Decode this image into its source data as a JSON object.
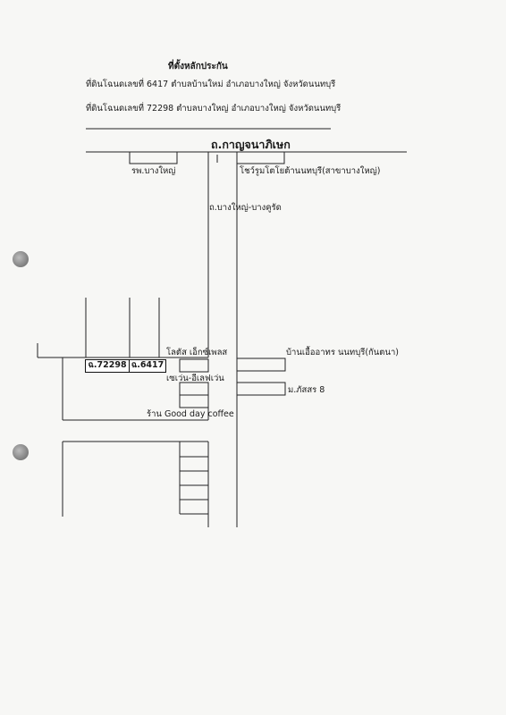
{
  "header": {
    "title": "ที่ตั้งหลักประกัน",
    "line1": "ที่ดินโฉนดเลขที่ 6417  ตำบลบ้านใหม่ อำเภอบางใหญ่ จังหวัดนนทบุรี",
    "line2": "ที่ดินโฉนดเลขที่ 72298  ตำบลบางใหญ่ อำเภอบางใหญ่ จังหวัดนนทบุรี"
  },
  "map": {
    "main_road": "ถ.กาญจนาภิเษก",
    "hospital": "รพ.บางใหญ่",
    "showroom": "โชว์รูมโตโยต้านนทบุรี(สาขาบางใหญ่)",
    "side_road": "ถ.บางใหญ่-บางคูรัด",
    "lotus": "โลตัส เอ็กซ์เพลส",
    "restaurant": "บ้านเอื้ออาทร นนทบุรี(กันตนา)",
    "seven_eleven": "เซเว่น-อีเลฟเว่น",
    "village": "ม.ภัสสร 8",
    "coffee": "ร้าน Good day coffee",
    "deed_a": "ฉ.72298",
    "deed_b": "ฉ.6417"
  }
}
